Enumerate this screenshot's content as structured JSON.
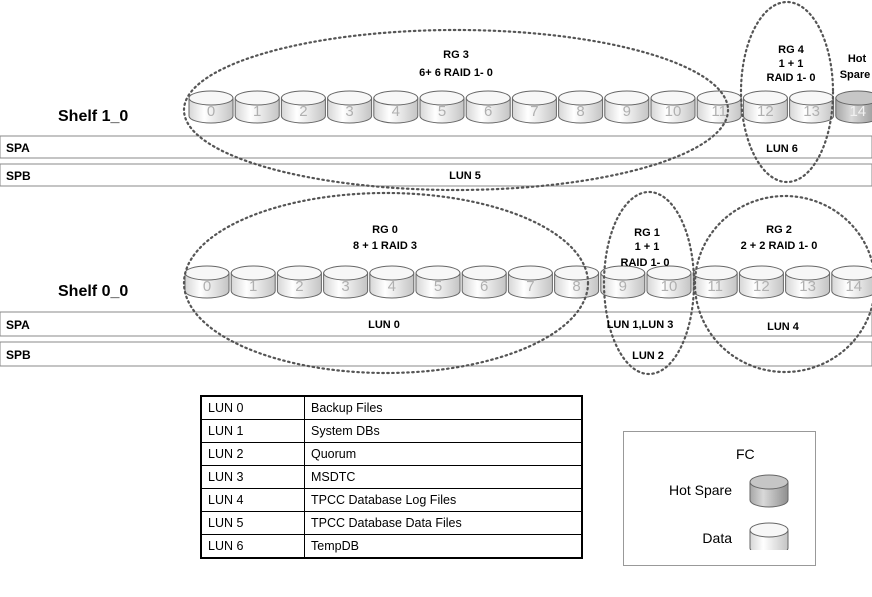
{
  "shelves": [
    {
      "label": "Shelf 1_0",
      "disks": [
        "0",
        "1",
        "2",
        "3",
        "4",
        "5",
        "6",
        "7",
        "8",
        "9",
        "10",
        "11",
        "12",
        "13",
        "14"
      ],
      "hot_spare_disks": [
        14
      ],
      "sp_rows": [
        "SPA",
        "SPB"
      ],
      "raid_groups": [
        {
          "lines": [
            "RG 3",
            "6+ 6 RAID 1- 0"
          ]
        },
        {
          "lines": [
            "RG 4",
            "1 + 1",
            "RAID 1- 0"
          ]
        },
        {
          "lines": [
            "Hot",
            "Spare"
          ]
        }
      ],
      "luns": [
        {
          "text": "LUN 6",
          "row": "SPA"
        },
        {
          "text": "LUN 5",
          "row": "SPB"
        }
      ]
    },
    {
      "label": "Shelf 0_0",
      "disks": [
        "0",
        "1",
        "2",
        "3",
        "4",
        "5",
        "6",
        "7",
        "8",
        "9",
        "10",
        "11",
        "12",
        "13",
        "14"
      ],
      "hot_spare_disks": [],
      "sp_rows": [
        "SPA",
        "SPB"
      ],
      "raid_groups": [
        {
          "lines": [
            "RG 0",
            "8 + 1 RAID 3"
          ]
        },
        {
          "lines": [
            "RG 1",
            "1 + 1",
            "RAID 1- 0"
          ]
        },
        {
          "lines": [
            "RG 2",
            "2 + 2 RAID 1- 0"
          ]
        }
      ],
      "luns": [
        {
          "text": "LUN 0",
          "row": "SPA"
        },
        {
          "text": "LUN 1,LUN 3",
          "row": "SPA"
        },
        {
          "text": "LUN 4",
          "row": "SPA"
        },
        {
          "text": "LUN 2",
          "row": "SPB"
        }
      ]
    }
  ],
  "lun_table": [
    {
      "lun": "LUN 0",
      "use": "Backup Files"
    },
    {
      "lun": "LUN 1",
      "use": "System DBs"
    },
    {
      "lun": "LUN 2",
      "use": "Quorum"
    },
    {
      "lun": "LUN 3",
      "use": "MSDTC"
    },
    {
      "lun": "LUN 4",
      "use": "TPCC Database Log Files"
    },
    {
      "lun": "LUN 5",
      "use": "TPCC Database Data Files"
    },
    {
      "lun": "LUN 6",
      "use": "TempDB"
    }
  ],
  "legend": {
    "header": "FC",
    "items": [
      {
        "label": "Hot Spare",
        "kind": "hot-spare"
      },
      {
        "label": "Data",
        "kind": "data"
      }
    ]
  },
  "colors": {
    "data_disk_light": "#f4f4f4",
    "data_disk_dark": "#c8c8c8",
    "hot_spare_light": "#d4d4d4",
    "hot_spare_dark": "#9a9a9a",
    "disk_number": "#b0b0b0",
    "ellipse_dots": "#555555"
  }
}
